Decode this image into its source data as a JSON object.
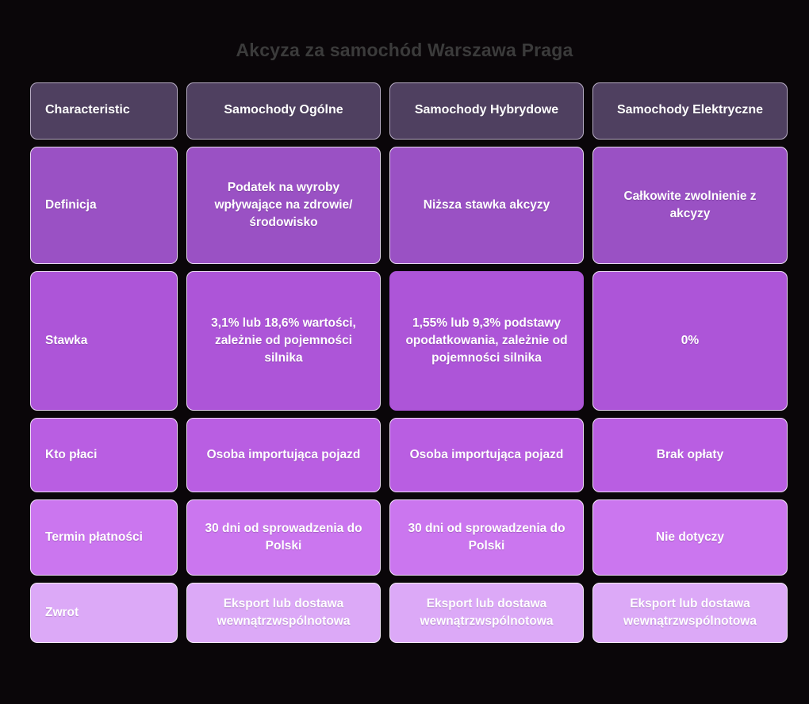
{
  "page": {
    "title": "Akcyza za samochód Warszawa Praga",
    "background_color": "#0a0609",
    "title_color": "#3b3b3b"
  },
  "table": {
    "columns": [
      {
        "key": "characteristic",
        "label": "Characteristic"
      },
      {
        "key": "ogolne",
        "label": "Samochody\nOgólne"
      },
      {
        "key": "hybrydowe",
        "label": "Samochody\nHybrydowe"
      },
      {
        "key": "elektryczne",
        "label": "Samochody\nElektryczne"
      }
    ],
    "header": {
      "col0": "Characteristic",
      "col1": "Samochody Ogólne",
      "col2": "Samochody Hybrydowe",
      "col3": "Samochody Elektryczne",
      "color": "#4f4060"
    },
    "rows": [
      {
        "label": "Definicja",
        "ogolne": "Podatek na wyroby wpływające na zdrowie/ środowisko",
        "hybrydowe": "Niższa stawka akcyzy",
        "elektryczne": "Całkowite zwolnienie z akcyzy",
        "color": "#9a51c4"
      },
      {
        "label": "Stawka",
        "ogolne": "3,1% lub 18,6% wartości, zależnie od pojemności silnika",
        "hybrydowe": "1,55% lub 9,3% podstawy opodatkowania, zależnie od pojemności silnika",
        "elektryczne": "0%",
        "color": "#ad55d8"
      },
      {
        "label": "Kto płaci",
        "ogolne": "Osoba importująca pojazd",
        "hybrydowe": "Osoba importująca pojazd",
        "elektryczne": "Brak opłaty",
        "color": "#b95ee2"
      },
      {
        "label": "Termin płatności",
        "ogolne": "30 dni od sprowadzenia do Polski",
        "hybrydowe": "30 dni od sprowadzenia do Polski",
        "elektryczne": "Nie dotyczy",
        "color": "#cb76ef"
      },
      {
        "label": "Zwrot",
        "ogolne": "Eksport lub dostawa wewnątrzwspólnotowa",
        "hybrydowe": "Eksport lub dostawa wewnątrzwspólnotowa",
        "elektryczne": "Eksport lub dostawa wewnątrzwspólnotowa",
        "color": "#dca9f7"
      }
    ]
  }
}
